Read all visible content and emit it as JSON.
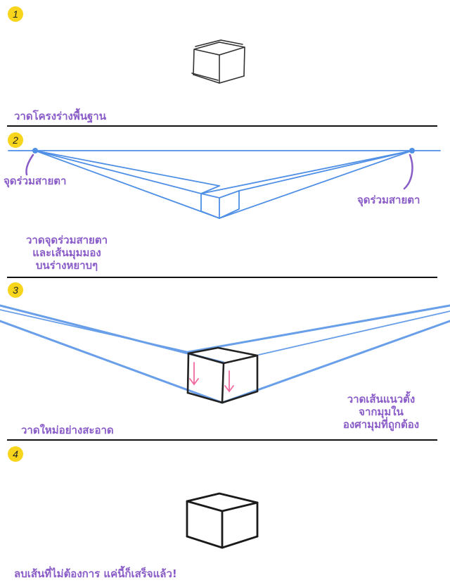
{
  "steps": [
    {
      "number": "1",
      "caption": "วาดโครงร่างพื้นฐาน"
    },
    {
      "number": "2",
      "caption": [
        "วาดจุดร่วมสายตา",
        "และเส้นมุมมอง",
        "บนร่างหยาบๆ"
      ],
      "left_vp_label": "จุดร่วมสายตา",
      "right_vp_label": "จุดร่วมสายตา"
    },
    {
      "number": "3",
      "caption": "วาดใหม่อย่างสะอาด",
      "note": [
        "วาดเส้นแนวตั้ง",
        "จากมุมใน",
        "องศามุมที่ถูกต้อง"
      ]
    },
    {
      "number": "4",
      "caption": "ลบเส้นที่ไม่ต้องการ แค่นี้ก็เสร็จแล้ว!"
    }
  ],
  "colors": {
    "label": "#8a5cc8",
    "badge": "#f7d51d",
    "perspective_line": "#4f8fe6",
    "arrow": "#f06aa0",
    "ink": "#222222"
  }
}
